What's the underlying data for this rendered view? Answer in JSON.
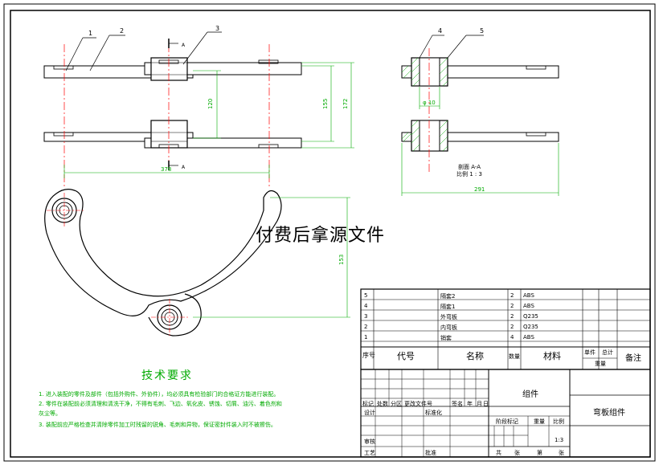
{
  "watermark": "付费后拿源文件",
  "balloons": [
    "1",
    "2",
    "3",
    "4",
    "5"
  ],
  "dims": {
    "d378": "378",
    "d120": "120",
    "d155": "155",
    "d172": "172",
    "d291": "291",
    "d153": "153",
    "dphi": "φ 10",
    "sec_a": "A",
    "section_label": "剖面 A-A",
    "scale_label": "比例 1 : 3"
  },
  "tech": {
    "title": "技术要求",
    "lines": [
      "1. 进入装配的零件及部件（包括外购件、外协件），均必须具有检验部门的合格证方能进行装配。",
      "2. 零件在装配前必须清理和清洗干净，不得有毛刺、飞边、氧化皮、锈蚀、切屑、油污、着色剂和",
      "   灰尘等。",
      "3. 装配前应严格检查并清除零件加工时残留的锐角、毛刺和异物，保证密封件装入时不被擦伤。"
    ]
  },
  "bom": {
    "rows": [
      {
        "no": "5",
        "name": "隔套2",
        "qty": "2",
        "mat": "ABS"
      },
      {
        "no": "4",
        "name": "隔套1",
        "qty": "2",
        "mat": "ABS"
      },
      {
        "no": "3",
        "name": "外弯板",
        "qty": "2",
        "mat": "Q235"
      },
      {
        "no": "2",
        "name": "内弯板",
        "qty": "2",
        "mat": "Q235"
      },
      {
        "no": "1",
        "name": "销套",
        "qty": "4",
        "mat": "ABS"
      }
    ],
    "header": {
      "seq": "序号",
      "code": "代号",
      "name": "名称",
      "qty": "数量",
      "mat": "材料",
      "single": "单件",
      "total": "总计",
      "weight": "重量",
      "remark": "备注"
    }
  },
  "titleblock": {
    "group": "组件",
    "part_name": "弯板组件",
    "r_mark": "标记",
    "r_count": "处数",
    "r_zone": "分区",
    "r_docno": "更改文件号",
    "r_sign": "签名",
    "r_year": "年",
    "r_month": "月",
    "r_day": "日",
    "design": "设计",
    "standard": "标准化",
    "stage_mark": "阶段标记",
    "weight": "重量",
    "scale": "比例",
    "scale_val": "1:3",
    "review": "审核",
    "process": "工艺",
    "approve": "批准",
    "sheet_total": "共",
    "sheet_zhang": "张",
    "sheet_di": "第",
    "sheet_zhang2": "张"
  },
  "colors": {
    "outline": "#000000",
    "center": "#ff0000",
    "dim": "#00aa00",
    "hatch": "#00aa00"
  }
}
